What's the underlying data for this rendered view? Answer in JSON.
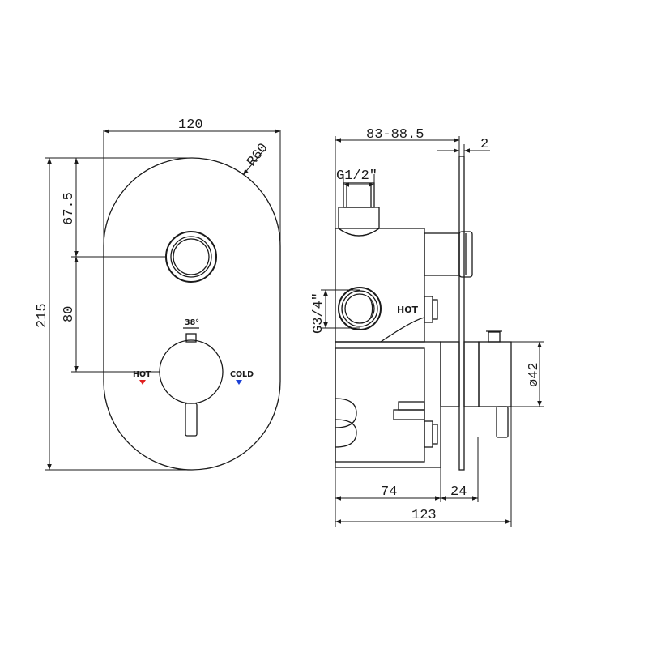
{
  "front_view": {
    "width_dim": "120",
    "radius_dim": "R60",
    "height_dim": "215",
    "top_offset_dim": "67.5",
    "spacing_dim": "80",
    "temp_label": "38°",
    "hot_label": "HOT",
    "cold_label": "COLD"
  },
  "side_view": {
    "depth_range_dim": "83-88.5",
    "plate_thickness_dim": "2",
    "outlet_thread_dim": "G1/2\"",
    "inlet_thread_dim": "G3/4\"",
    "inlet_label": "HOT",
    "diameter_dim": "ø42",
    "body_depth_dim": "74",
    "extension_dim": "24",
    "total_depth_dim": "123"
  },
  "colors": {
    "line": "#1a1a1a",
    "hot_marker": "#e02020",
    "cold_marker": "#1a3fd6"
  }
}
